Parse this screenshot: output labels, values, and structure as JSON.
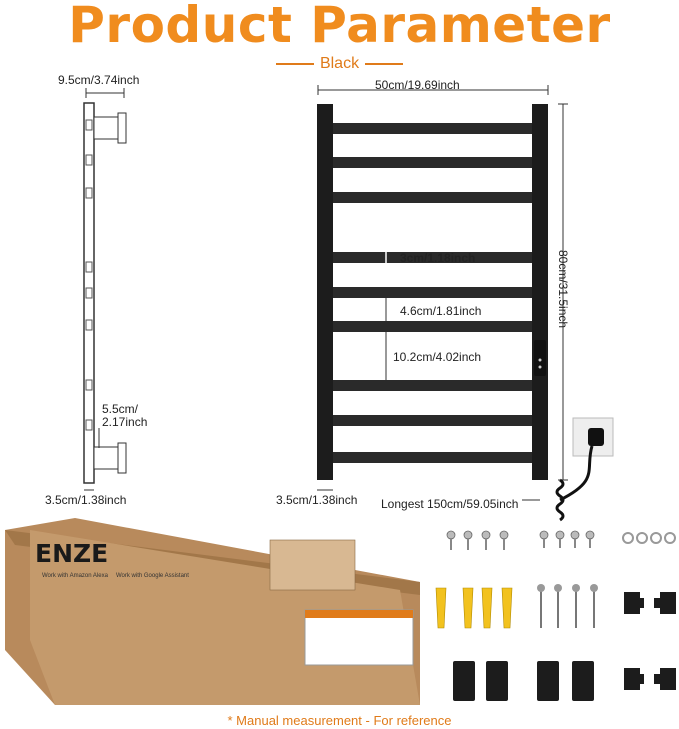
{
  "title": "Product Parameter",
  "color_label": "Black",
  "dimensions": {
    "side_depth": "9.5cm/3.74inch",
    "width": "50cm/19.69inch",
    "height": "80cm/31.5inch",
    "bar_thickness": "3cm/1.18inch",
    "gap_small": "4.6cm/1.81inch",
    "gap_large": "10.2cm/4.02inch",
    "mount_spacing_line1": "5.5cm/",
    "mount_spacing_line2": "2.17inch",
    "side_width": "3.5cm/1.38inch",
    "frame_width": "3.5cm/1.38inch",
    "cord_length": "Longest 150cm/59.05inch"
  },
  "box": {
    "brand": "ENZE",
    "works_alexa": "Work with Amazon Alexa",
    "works_google": "Work with Google Assistant"
  },
  "footer_note": "* Manual measurement - For reference",
  "colors": {
    "accent": "#f08c1e",
    "rack": "#1c1c1c",
    "box": "#c49a6c"
  }
}
